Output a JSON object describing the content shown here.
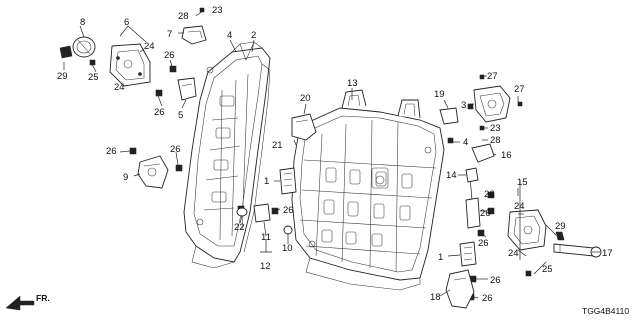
{
  "diagram_code": "TGG4B4110",
  "direction_label": "FR.",
  "callouts": [
    {
      "id": "c8",
      "label": "8"
    },
    {
      "id": "c6",
      "label": "6"
    },
    {
      "id": "c28a",
      "label": "28"
    },
    {
      "id": "c23a",
      "label": "23"
    },
    {
      "id": "c7",
      "label": "7"
    },
    {
      "id": "c4a",
      "label": "4"
    },
    {
      "id": "c2",
      "label": "2"
    },
    {
      "id": "c24a",
      "label": "24"
    },
    {
      "id": "c26a",
      "label": "26"
    },
    {
      "id": "c29a",
      "label": "29"
    },
    {
      "id": "c25a",
      "label": "25"
    },
    {
      "id": "c24b",
      "label": "24"
    },
    {
      "id": "c26b",
      "label": "26"
    },
    {
      "id": "c5",
      "label": "5"
    },
    {
      "id": "c26c",
      "label": "26"
    },
    {
      "id": "c26d",
      "label": "26"
    },
    {
      "id": "c9",
      "label": "9"
    },
    {
      "id": "c13",
      "label": "13"
    },
    {
      "id": "c20",
      "label": "20"
    },
    {
      "id": "c19",
      "label": "19"
    },
    {
      "id": "c3",
      "label": "3"
    },
    {
      "id": "c27a",
      "label": "27"
    },
    {
      "id": "c27b",
      "label": "27"
    },
    {
      "id": "c23b",
      "label": "23"
    },
    {
      "id": "c28b",
      "label": "28"
    },
    {
      "id": "c21",
      "label": "21"
    },
    {
      "id": "c4b",
      "label": "4"
    },
    {
      "id": "c16",
      "label": "16"
    },
    {
      "id": "c1a",
      "label": "1"
    },
    {
      "id": "c14",
      "label": "14"
    },
    {
      "id": "c15",
      "label": "15"
    },
    {
      "id": "c26e",
      "label": "26"
    },
    {
      "id": "c24c",
      "label": "24"
    },
    {
      "id": "c26f",
      "label": "26"
    },
    {
      "id": "c29b",
      "label": "29"
    },
    {
      "id": "c22",
      "label": "22"
    },
    {
      "id": "c26g",
      "label": "26"
    },
    {
      "id": "c11",
      "label": "11"
    },
    {
      "id": "c10",
      "label": "10"
    },
    {
      "id": "c12",
      "label": "12"
    },
    {
      "id": "c26h",
      "label": "26"
    },
    {
      "id": "c24d",
      "label": "24"
    },
    {
      "id": "c25b",
      "label": "25"
    },
    {
      "id": "c17",
      "label": "17"
    },
    {
      "id": "c1b",
      "label": "1"
    },
    {
      "id": "c26i",
      "label": "26"
    },
    {
      "id": "c18",
      "label": "18"
    },
    {
      "id": "c26j",
      "label": "26"
    }
  ]
}
